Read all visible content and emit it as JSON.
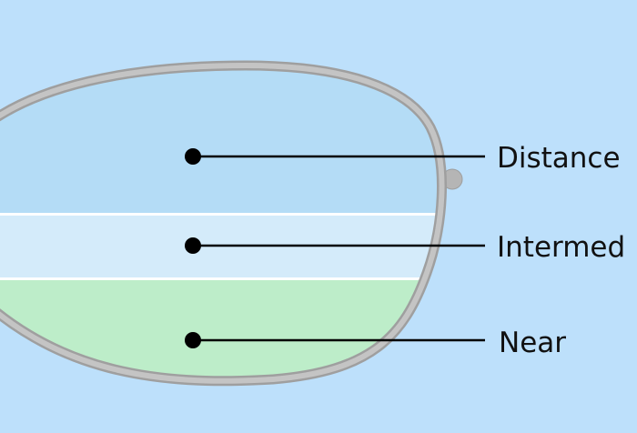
{
  "zones": [
    {
      "label": "Distance",
      "color": "#b4dcf6"
    },
    {
      "label": "Intermed",
      "color": "#d4ebfa"
    },
    {
      "label": "Near",
      "color": "#bdedc9"
    }
  ],
  "colors": {
    "background": "#bde0fb",
    "frame": "#b5b5b5",
    "divider": "#ffffff",
    "leader": "#000000"
  }
}
